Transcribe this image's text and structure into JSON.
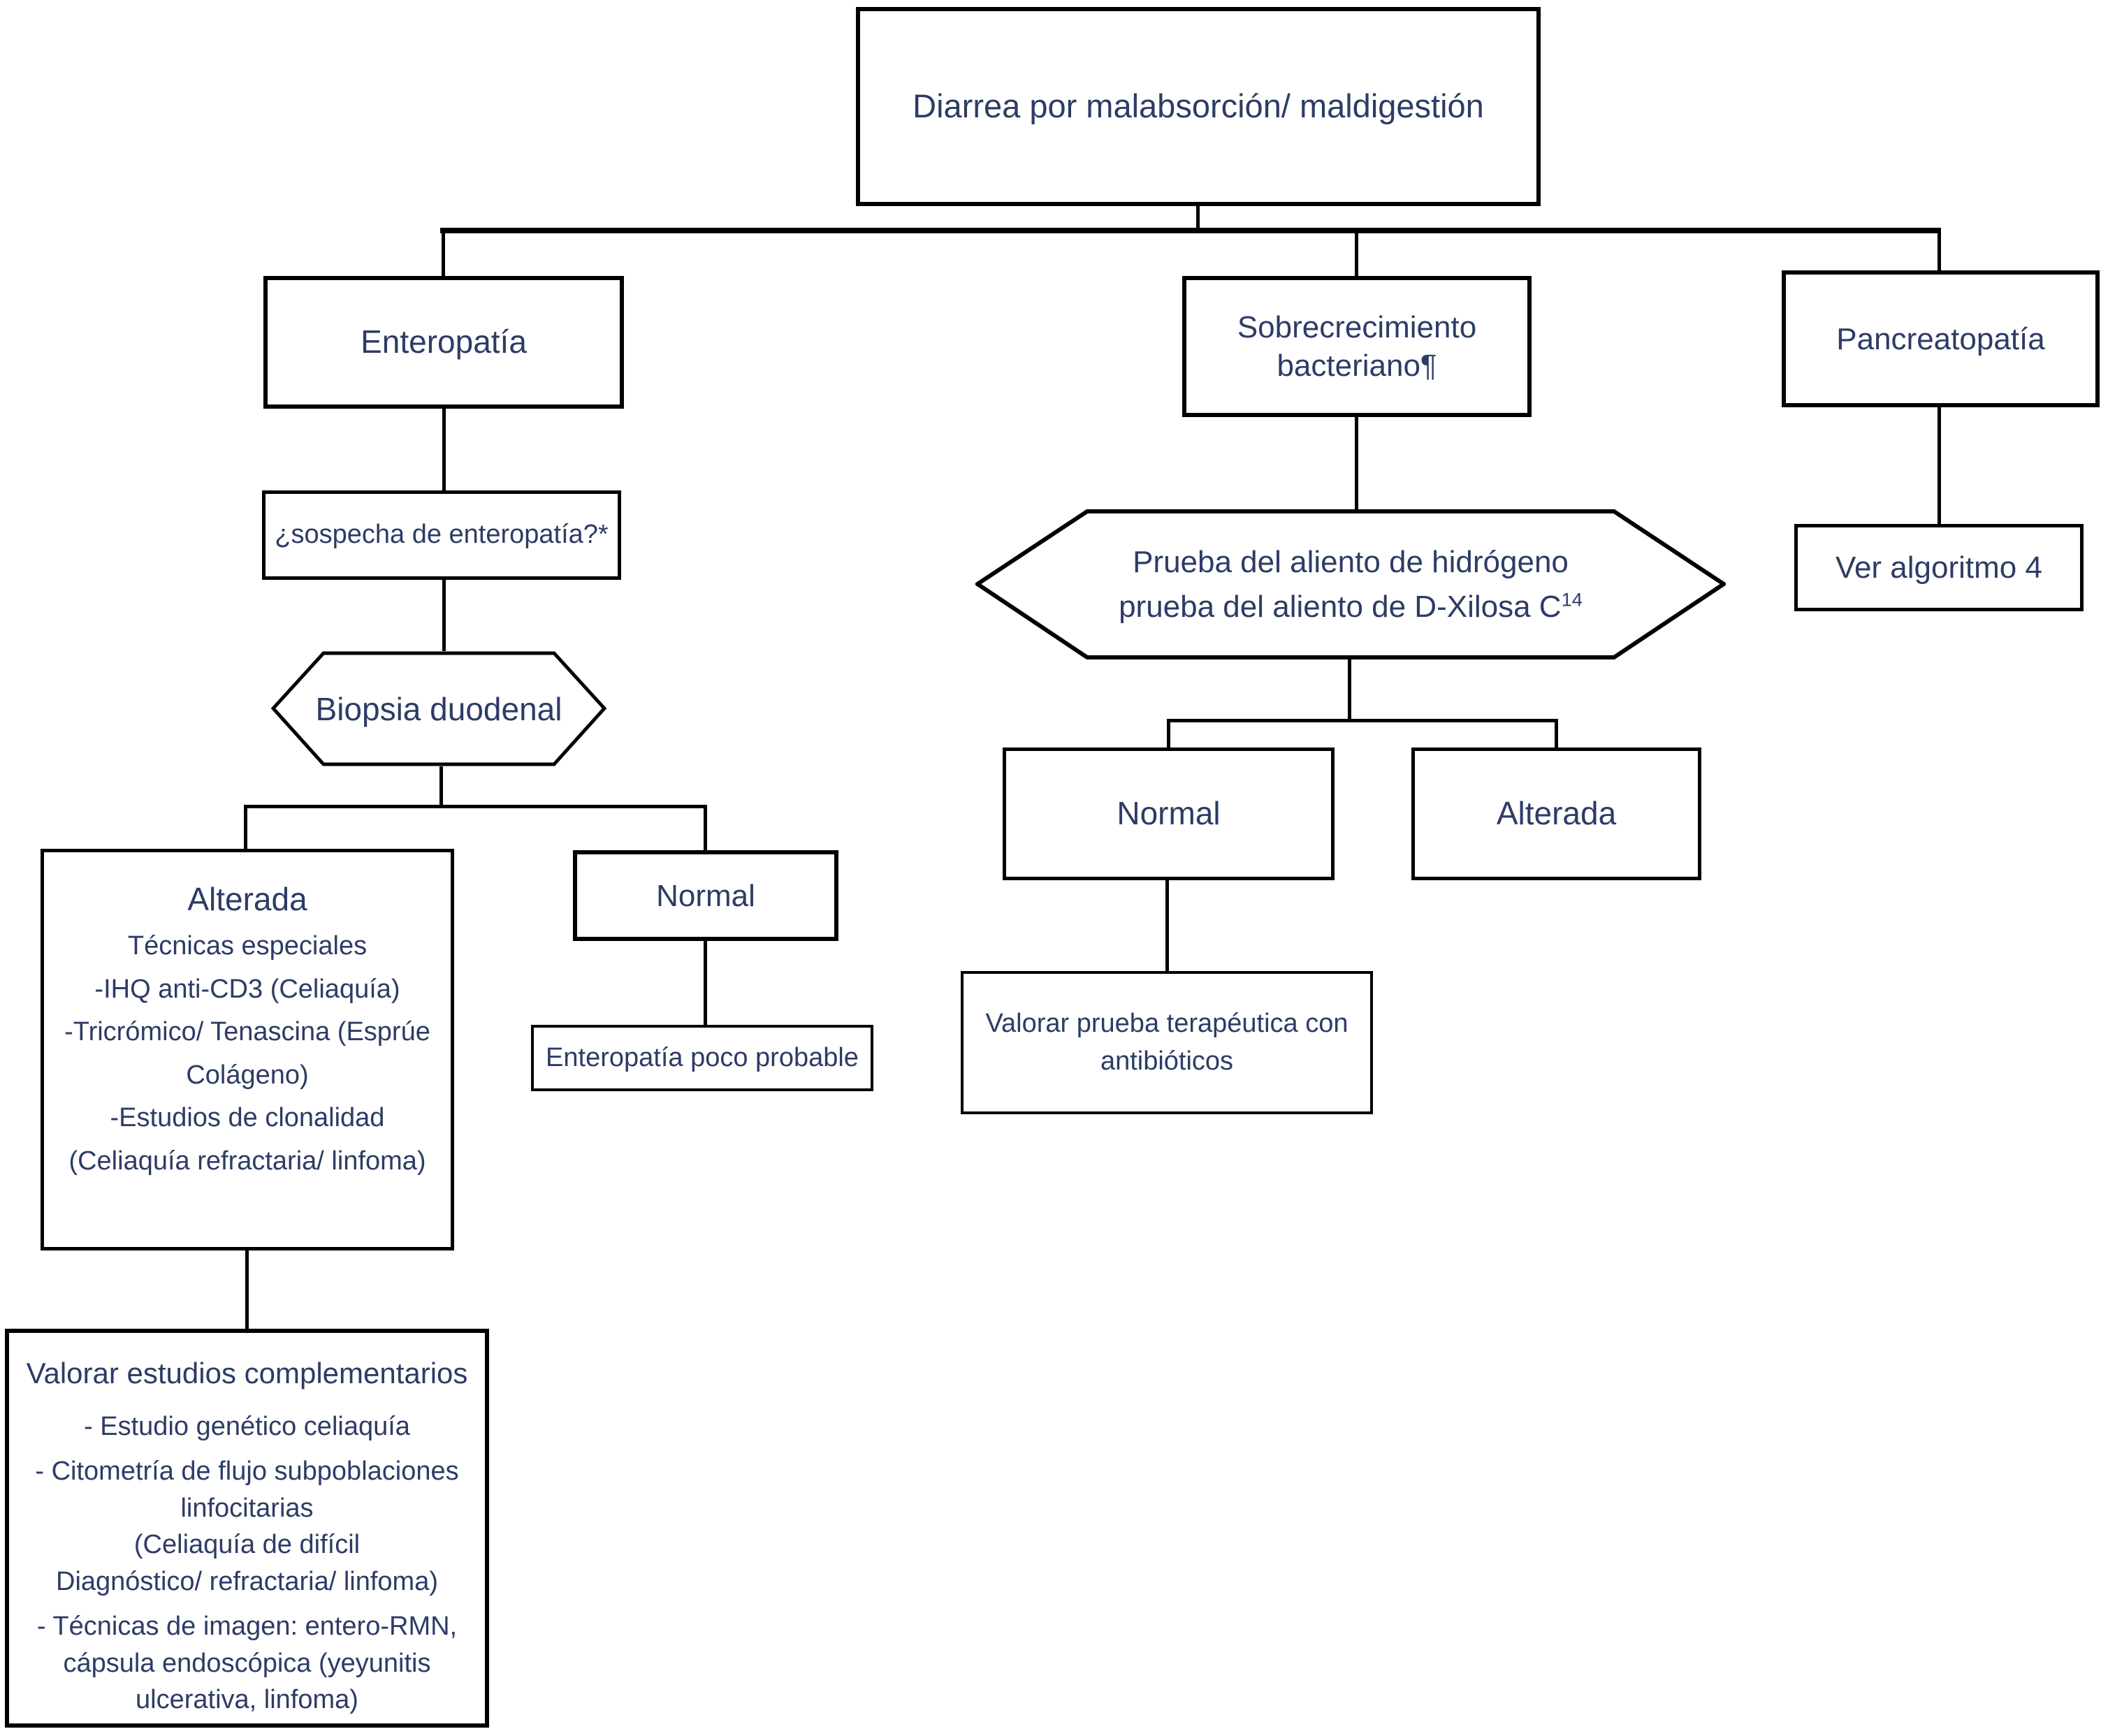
{
  "colors": {
    "text": "#2d3c66",
    "line": "#000000",
    "background": "#ffffff"
  },
  "nodes": {
    "root": "Diarrea por malabsorción/ maldigestión",
    "enteropatia": "Enteropatía",
    "sobrecrecimiento": "Sobrecrecimiento bacteriano¶",
    "pancreatopatia": "Pancreatopatía",
    "sospecha": "¿sospecha de enteropatía?*",
    "biopsia_hexagon": "Biopsia duodenal",
    "aliento_hexagon_line1": "Prueba del aliento de hidrógeno",
    "aliento_hexagon_line2": "prueba del aliento de D-Xilosa C",
    "aliento_hexagon_superscript": "14",
    "normal_mid": "Normal",
    "alterada_mid": "Alterada",
    "antibioticos": "Valorar prueba terapéutica con antibióticos",
    "ver_algoritmo": "Ver algoritmo 4",
    "normal_left": "Normal",
    "poco_probable": "Enteropatía poco probable",
    "alterada_detail": {
      "title": "Alterada",
      "lines": [
        "Técnicas especiales",
        "-IHQ anti-CD3 (Celiaquía)",
        "-Tricrómico/ Tenascina (Esprúe",
        "Colágeno)",
        "-Estudios de clonalidad",
        "(Celiaquía refractaria/ linfoma)"
      ]
    },
    "valorar_estudios": {
      "title": "Valorar estudios complementarios",
      "lines": [
        "- Estudio genético celiaquía",
        "- Citometría de flujo subpoblaciones linfocitarias",
        "(Celiaquía de difícil",
        "Diagnóstico/ refractaria/ linfoma)",
        "- Técnicas de imagen: entero-RMN, cápsula endoscópica (yeyunitis ulcerativa, linfoma)"
      ]
    }
  }
}
